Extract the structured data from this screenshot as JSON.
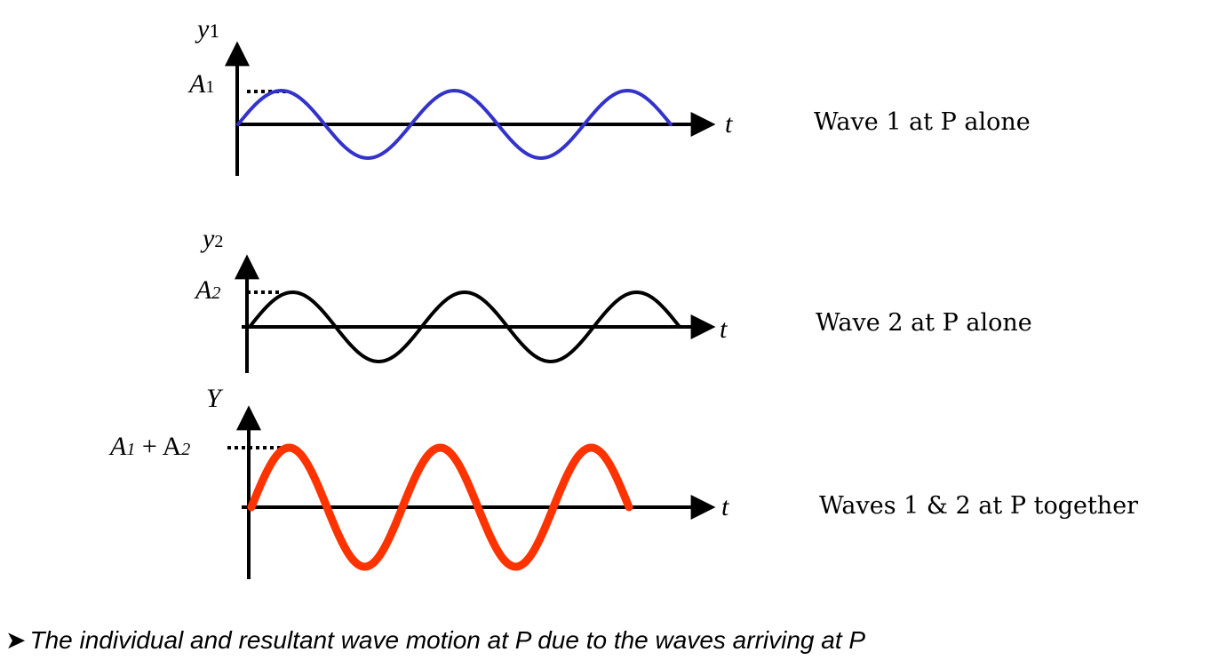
{
  "colors": {
    "wave1": "#3333cc",
    "wave2": "#000000",
    "resultant": "#ff3300",
    "axis": "#000000"
  },
  "panels": [
    {
      "id": "wave1",
      "y_label": "y",
      "y_sub": "1",
      "amp_label": "A",
      "amp_sub": "1",
      "x_label": "t",
      "description": "Wave 1 at P alone",
      "cycles": 2.5,
      "amplitude": "A1"
    },
    {
      "id": "wave2",
      "y_label": "y",
      "y_sub": "2",
      "amp_label": "A",
      "amp_sub": "2",
      "x_label": "t",
      "description": "Wave 2 at P alone",
      "cycles": 2.5,
      "amplitude": "A2"
    },
    {
      "id": "resultant",
      "y_label": "Y",
      "amp_label_parts": [
        "A",
        "1",
        " + A",
        "2"
      ],
      "x_label": "t",
      "description": "Waves 1 & 2 at P together",
      "cycles": 2.5,
      "amplitude": "A1 + A2"
    }
  ],
  "caption": {
    "bullet": "➤",
    "text": "The individual and resultant wave motion at P due to the waves arriving at P"
  }
}
